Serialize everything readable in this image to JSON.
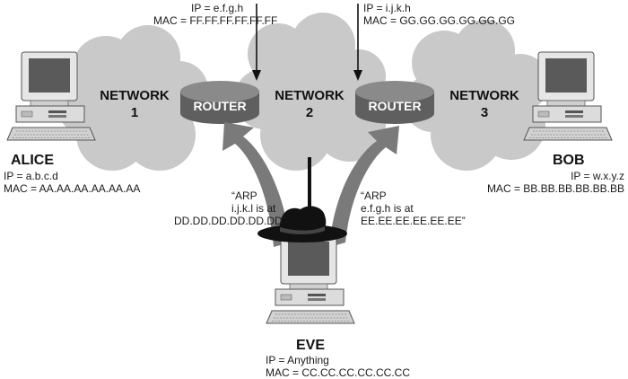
{
  "networks": [
    {
      "line1": "NETWORK",
      "line2": "1"
    },
    {
      "line1": "NETWORK",
      "line2": "2"
    },
    {
      "line1": "NETWORK",
      "line2": "3"
    }
  ],
  "routers": [
    {
      "label": "ROUTER",
      "ip": "IP = e.f.g.h",
      "mac": "MAC = FF.FF.FF.FF.FF.FF"
    },
    {
      "label": "ROUTER",
      "ip": "IP = i.j.k.h",
      "mac": "MAC = GG.GG.GG.GG.GG.GG"
    }
  ],
  "hosts": {
    "alice": {
      "name": "ALICE",
      "ip": "IP = a.b.c.d",
      "mac": "MAC = AA.AA.AA.AA.AA.AA"
    },
    "bob": {
      "name": "BOB",
      "ip": "IP = w.x.y.z",
      "mac": "MAC = BB.BB.BB.BB.BB.BB"
    },
    "eve": {
      "name": "EVE",
      "ip": "IP = Anything",
      "mac": "MAC = CC.CC.CC.CC.CC.CC"
    }
  },
  "arp_messages": {
    "left": {
      "l1": "“ARP",
      "l2": "i.j.k.l is at",
      "l3": "DD.DD.DD.DD.DD.DD”"
    },
    "right": {
      "l1": "“ARP",
      "l2": "e.f.g.h is at",
      "l3": "EE.EE.EE.EE.EE.EE”"
    }
  },
  "colors": {
    "cloud": "#c9c9c9",
    "router": "#6f6f6f",
    "text": "#1a1a1a"
  }
}
